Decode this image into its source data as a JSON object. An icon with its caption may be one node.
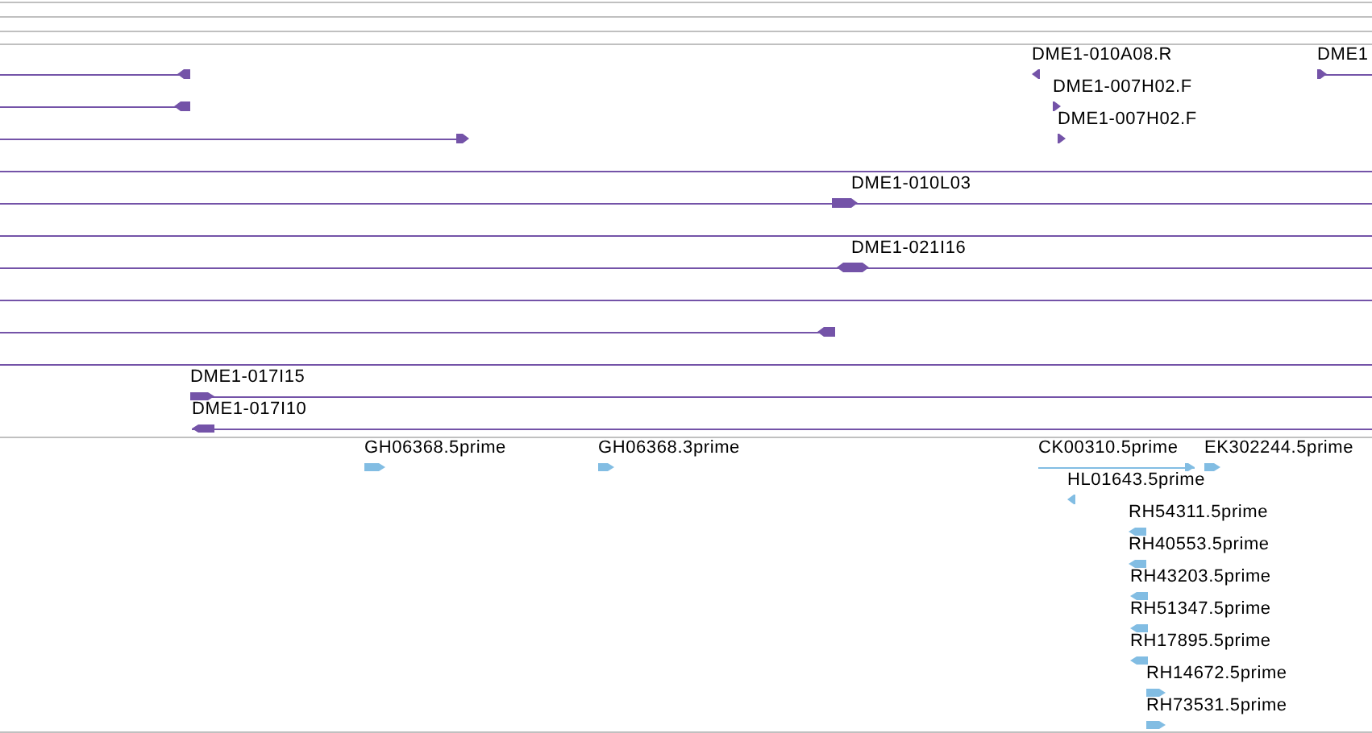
{
  "diagram": {
    "labels": [
      "DME1-010A08.R",
      "DME1",
      "DME1-007H02.F",
      "DME1-007H02.F",
      "DME1-010L03",
      "DME1-021I16",
      "DME1-017I15",
      "DME1-017I10",
      "GH06368.5prime",
      "GH06368.3prime",
      "CK00310.5prime",
      "EK302244.5prime",
      "HL01643.5prime",
      "RH54311.5prime",
      "RH40553.5prime",
      "RH43203.5prime",
      "RH51347.5prime",
      "RH17895.5prime",
      "RH14672.5prime",
      "RH73531.5prime"
    ]
  }
}
